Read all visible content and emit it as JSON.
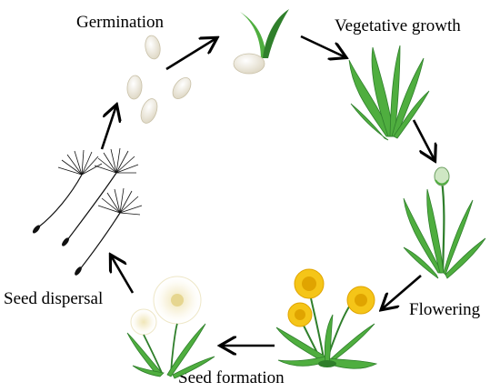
{
  "stages": {
    "germination": "Germination",
    "vegetative": "Vegetative growth",
    "flowering": "Flowering",
    "seed_formation": "Seed formation",
    "seed_dispersal": "Seed dispersal"
  },
  "colors": {
    "leaf": "#4fae3f",
    "leaf_dark": "#2f7f2b",
    "flower": "#f5c518",
    "flower_center": "#e0a400",
    "seed": "#efeadb",
    "arrow": "#000000"
  }
}
